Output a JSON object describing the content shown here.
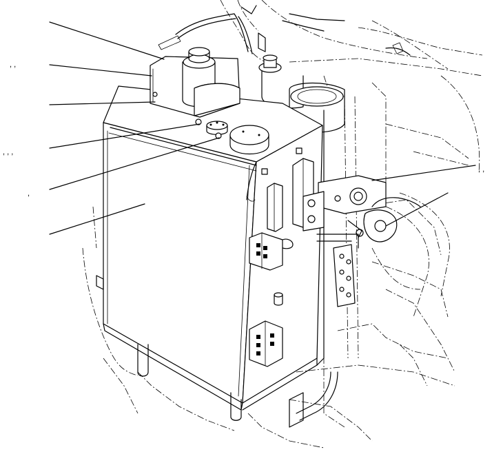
{
  "callouts": [
    {
      "id": "c1",
      "marks": ""
    },
    {
      "id": "c2",
      "marks": ", ,"
    },
    {
      "id": "c3",
      "marks": ""
    },
    {
      "id": "c4",
      "marks": ", , ,"
    },
    {
      "id": "c5",
      "marks": ","
    },
    {
      "id": "c6",
      "marks": ""
    },
    {
      "id": "c7",
      "marks": ", ,"
    },
    {
      "id": "c8",
      "marks": ""
    }
  ],
  "colors": {
    "line": "#000000",
    "background": "#ffffff"
  }
}
